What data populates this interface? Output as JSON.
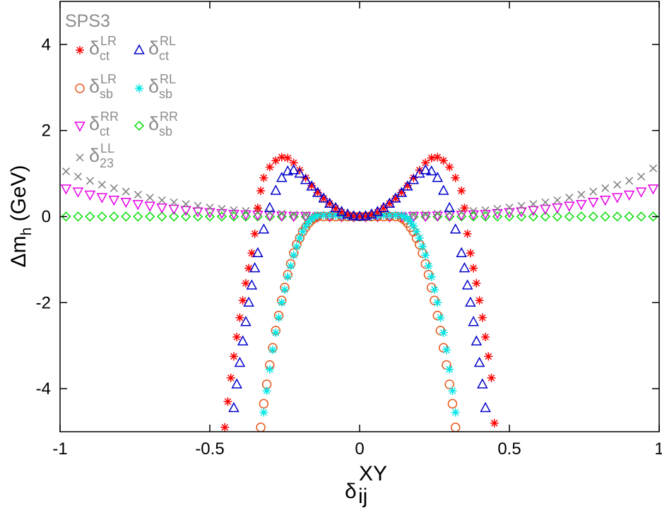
{
  "chart_data": {
    "type": "scatter",
    "annotation": "SPS3",
    "xlabel": {
      "main": "δ",
      "sup": "XY",
      "sub": "ij"
    },
    "ylabel": {
      "main": "Δm",
      "sub": "h",
      "suffix": " (GeV)"
    },
    "xlim": [
      -1,
      1
    ],
    "ylim": [
      -5,
      5
    ],
    "xticks": [
      {
        "value": -1,
        "label": "-1"
      },
      {
        "value": -0.5,
        "label": "-0.5"
      },
      {
        "value": 0,
        "label": "0"
      },
      {
        "value": 0.5,
        "label": "0.5"
      },
      {
        "value": 1,
        "label": "1"
      }
    ],
    "yticks": [
      {
        "value": -4,
        "label": "-4"
      },
      {
        "value": -2,
        "label": "-2"
      },
      {
        "value": 0,
        "label": "0"
      },
      {
        "value": 2,
        "label": "2"
      },
      {
        "value": 4,
        "label": "4"
      }
    ],
    "grid": false,
    "legend_position": "top-left",
    "series": [
      {
        "name": "δctLR",
        "legend": {
          "base": "δ",
          "sup": "LR",
          "sub": "ct"
        },
        "marker": "asterisk",
        "color": "#ff0000",
        "x": [
          -0.45,
          -0.44,
          -0.43,
          -0.42,
          -0.41,
          -0.4,
          -0.39,
          -0.38,
          -0.37,
          -0.36,
          -0.35,
          -0.34,
          -0.33,
          -0.32,
          -0.3,
          -0.28,
          -0.26,
          -0.24,
          -0.22,
          -0.2,
          -0.18,
          -0.16,
          -0.14,
          -0.12,
          -0.1,
          -0.08,
          -0.06,
          -0.04,
          -0.02,
          0.0,
          0.02,
          0.04,
          0.06,
          0.08,
          0.1,
          0.12,
          0.14,
          0.16,
          0.18,
          0.2,
          0.22,
          0.24,
          0.26,
          0.28,
          0.3,
          0.32,
          0.34,
          0.35,
          0.36,
          0.37,
          0.38,
          0.39,
          0.4,
          0.41,
          0.42,
          0.43,
          0.44,
          0.45
        ],
        "y": [
          -4.9,
          -4.3,
          -3.75,
          -3.25,
          -2.8,
          -2.35,
          -1.95,
          -1.55,
          -1.2,
          -0.85,
          -0.4,
          0.2,
          0.6,
          0.9,
          1.15,
          1.3,
          1.38,
          1.36,
          1.25,
          1.08,
          0.9,
          0.72,
          0.56,
          0.42,
          0.3,
          0.19,
          0.1,
          0.04,
          0.01,
          0.0,
          0.01,
          0.04,
          0.1,
          0.19,
          0.3,
          0.42,
          0.56,
          0.72,
          0.9,
          1.08,
          1.25,
          1.36,
          1.38,
          1.3,
          1.15,
          0.9,
          0.6,
          0.2,
          -0.4,
          -0.85,
          -1.2,
          -1.55,
          -1.95,
          -2.35,
          -2.8,
          -3.25,
          -3.75,
          -4.8
        ]
      },
      {
        "name": "δctRL",
        "legend": {
          "base": "δ",
          "sup": "RL",
          "sub": "ct"
        },
        "marker": "triangle-up",
        "color": "#0000cc",
        "x": [
          -0.42,
          -0.41,
          -0.4,
          -0.39,
          -0.38,
          -0.37,
          -0.36,
          -0.35,
          -0.34,
          -0.32,
          -0.3,
          -0.28,
          -0.26,
          -0.24,
          -0.22,
          -0.2,
          -0.18,
          -0.16,
          -0.14,
          -0.12,
          -0.1,
          -0.08,
          -0.06,
          -0.04,
          -0.02,
          0.0,
          0.02,
          0.04,
          0.06,
          0.08,
          0.1,
          0.12,
          0.14,
          0.16,
          0.18,
          0.2,
          0.22,
          0.24,
          0.26,
          0.28,
          0.3,
          0.32,
          0.34,
          0.35,
          0.36,
          0.37,
          0.38,
          0.39,
          0.4,
          0.41,
          0.42
        ],
        "y": [
          -4.45,
          -3.9,
          -3.4,
          -2.9,
          -2.45,
          -2.0,
          -1.6,
          -1.2,
          -0.85,
          -0.3,
          0.2,
          0.6,
          0.9,
          1.05,
          1.08,
          1.0,
          0.85,
          0.7,
          0.55,
          0.42,
          0.3,
          0.2,
          0.11,
          0.05,
          0.01,
          0.0,
          0.01,
          0.05,
          0.11,
          0.2,
          0.3,
          0.42,
          0.55,
          0.7,
          0.85,
          1.0,
          1.08,
          1.05,
          0.9,
          0.6,
          0.2,
          -0.3,
          -0.85,
          -1.2,
          -1.6,
          -2.0,
          -2.45,
          -2.9,
          -3.4,
          -3.9,
          -4.45
        ]
      },
      {
        "name": "δsbLR",
        "legend": {
          "base": "δ",
          "sup": "LR",
          "sub": "sb"
        },
        "marker": "circle",
        "color": "#e8561a",
        "x": [
          -0.33,
          -0.32,
          -0.31,
          -0.3,
          -0.29,
          -0.28,
          -0.27,
          -0.26,
          -0.25,
          -0.24,
          -0.23,
          -0.22,
          -0.21,
          -0.2,
          -0.19,
          -0.18,
          -0.17,
          -0.16,
          -0.15,
          -0.14,
          -0.12,
          -0.1,
          -0.08,
          -0.06,
          -0.04,
          -0.02,
          0.0,
          0.02,
          0.04,
          0.06,
          0.08,
          0.1,
          0.12,
          0.14,
          0.15,
          0.16,
          0.17,
          0.18,
          0.19,
          0.2,
          0.21,
          0.22,
          0.23,
          0.24,
          0.25,
          0.26,
          0.27,
          0.28,
          0.29,
          0.3,
          0.31,
          0.32
        ],
        "y": [
          -4.9,
          -4.35,
          -3.9,
          -3.45,
          -3.05,
          -2.65,
          -2.3,
          -1.95,
          -1.65,
          -1.35,
          -1.1,
          -0.85,
          -0.65,
          -0.5,
          -0.35,
          -0.25,
          -0.15,
          -0.08,
          -0.03,
          0.0,
          0.0,
          0.0,
          0.0,
          0.0,
          0.0,
          0.0,
          0.0,
          0.0,
          0.0,
          0.0,
          0.0,
          0.0,
          0.0,
          -0.03,
          -0.08,
          -0.15,
          -0.25,
          -0.35,
          -0.5,
          -0.65,
          -0.85,
          -1.1,
          -1.35,
          -1.65,
          -1.95,
          -2.3,
          -2.65,
          -3.05,
          -3.45,
          -3.9,
          -4.35,
          -4.9
        ]
      },
      {
        "name": "δsbRL",
        "legend": {
          "base": "δ",
          "sup": "RL",
          "sub": "sb"
        },
        "marker": "asterisk",
        "color": "#00e6e6",
        "x": [
          -0.32,
          -0.31,
          -0.3,
          -0.29,
          -0.28,
          -0.27,
          -0.26,
          -0.25,
          -0.24,
          -0.23,
          -0.22,
          -0.21,
          -0.2,
          -0.19,
          -0.18,
          -0.17,
          -0.16,
          -0.15,
          -0.14,
          -0.12,
          -0.1,
          -0.08,
          -0.06,
          -0.04,
          -0.02,
          0.0,
          0.02,
          0.04,
          0.06,
          0.08,
          0.1,
          0.12,
          0.14,
          0.15,
          0.16,
          0.17,
          0.18,
          0.19,
          0.2,
          0.21,
          0.22,
          0.23,
          0.24,
          0.25,
          0.26,
          0.27,
          0.28,
          0.29,
          0.3,
          0.31,
          0.32
        ],
        "y": [
          -4.55,
          -4.05,
          -3.55,
          -3.1,
          -2.7,
          -2.35,
          -2.0,
          -1.7,
          -1.4,
          -1.15,
          -0.9,
          -0.7,
          -0.5,
          -0.35,
          -0.22,
          -0.12,
          -0.05,
          0.0,
          0.02,
          0.03,
          0.03,
          0.03,
          0.02,
          0.01,
          0.0,
          0.0,
          0.0,
          0.01,
          0.02,
          0.03,
          0.03,
          0.03,
          0.02,
          0.0,
          -0.05,
          -0.12,
          -0.22,
          -0.35,
          -0.5,
          -0.7,
          -0.9,
          -1.15,
          -1.4,
          -1.7,
          -2.0,
          -2.35,
          -2.7,
          -3.1,
          -3.55,
          -4.05,
          -4.55
        ]
      },
      {
        "name": "δctRR",
        "legend": {
          "base": "δ",
          "sup": "RR",
          "sub": "ct"
        },
        "marker": "triangle-down",
        "color": "#e600e6",
        "x": [
          -0.98,
          -0.94,
          -0.9,
          -0.86,
          -0.82,
          -0.78,
          -0.74,
          -0.7,
          -0.66,
          -0.62,
          -0.58,
          -0.54,
          -0.5,
          -0.46,
          -0.42,
          -0.38,
          -0.34,
          -0.3,
          -0.26,
          -0.22,
          -0.18,
          -0.14,
          -0.1,
          -0.06,
          -0.02,
          0.02,
          0.06,
          0.1,
          0.14,
          0.18,
          0.22,
          0.26,
          0.3,
          0.34,
          0.38,
          0.42,
          0.46,
          0.5,
          0.54,
          0.58,
          0.62,
          0.66,
          0.7,
          0.74,
          0.78,
          0.82,
          0.86,
          0.9,
          0.94,
          0.98
        ],
        "y": [
          0.65,
          0.58,
          0.51,
          0.45,
          0.39,
          0.34,
          0.29,
          0.25,
          0.21,
          0.18,
          0.15,
          0.12,
          0.1,
          0.08,
          0.06,
          0.05,
          0.04,
          0.03,
          0.02,
          0.01,
          0.01,
          0.0,
          0.0,
          0.0,
          0.0,
          0.0,
          0.0,
          0.0,
          0.0,
          0.01,
          0.01,
          0.02,
          0.03,
          0.04,
          0.05,
          0.06,
          0.08,
          0.1,
          0.12,
          0.15,
          0.18,
          0.21,
          0.25,
          0.29,
          0.34,
          0.39,
          0.45,
          0.51,
          0.58,
          0.65
        ]
      },
      {
        "name": "δsbRR",
        "legend": {
          "base": "δ",
          "sup": "RR",
          "sub": "sb"
        },
        "marker": "diamond",
        "color": "#00dd00",
        "x": [
          -0.98,
          -0.94,
          -0.9,
          -0.86,
          -0.82,
          -0.78,
          -0.74,
          -0.7,
          -0.66,
          -0.62,
          -0.58,
          -0.54,
          -0.5,
          -0.46,
          -0.42,
          -0.38,
          -0.34,
          -0.3,
          -0.26,
          -0.22,
          -0.18,
          -0.14,
          -0.1,
          -0.06,
          -0.02,
          0.02,
          0.06,
          0.1,
          0.14,
          0.18,
          0.22,
          0.26,
          0.3,
          0.34,
          0.38,
          0.42,
          0.46,
          0.5,
          0.54,
          0.58,
          0.62,
          0.66,
          0.7,
          0.74,
          0.78,
          0.82,
          0.86,
          0.9,
          0.94,
          0.98
        ],
        "y": [
          0,
          0,
          0,
          0,
          0,
          0,
          0,
          0,
          0,
          0,
          0,
          0,
          0,
          0,
          0,
          0,
          0,
          0,
          0,
          0,
          0,
          0,
          0,
          0,
          0,
          0,
          0,
          0,
          0,
          0,
          0,
          0,
          0,
          0,
          0,
          0,
          0,
          0,
          0,
          0,
          0,
          0,
          0,
          0,
          0,
          0,
          0,
          0,
          0,
          0
        ]
      },
      {
        "name": "δ23LL",
        "legend": {
          "base": "δ",
          "sup": "LL",
          "sub": "23"
        },
        "marker": "cross",
        "color": "#808080",
        "x": [
          -0.98,
          -0.94,
          -0.9,
          -0.86,
          -0.82,
          -0.78,
          -0.74,
          -0.7,
          -0.66,
          -0.62,
          -0.58,
          -0.54,
          -0.5,
          -0.46,
          -0.42,
          -0.38,
          -0.34,
          -0.3,
          -0.26,
          -0.22,
          -0.18,
          -0.14,
          -0.1,
          -0.06,
          -0.02,
          0.02,
          0.06,
          0.1,
          0.14,
          0.18,
          0.22,
          0.26,
          0.3,
          0.34,
          0.38,
          0.42,
          0.46,
          0.5,
          0.54,
          0.58,
          0.62,
          0.66,
          0.7,
          0.74,
          0.78,
          0.82,
          0.86,
          0.9,
          0.94,
          0.98
        ],
        "y": [
          1.05,
          0.93,
          0.83,
          0.74,
          0.66,
          0.58,
          0.51,
          0.44,
          0.38,
          0.33,
          0.29,
          0.25,
          0.21,
          0.18,
          0.15,
          0.13,
          0.11,
          0.09,
          0.07,
          0.05,
          0.04,
          0.03,
          0.02,
          0.01,
          0.0,
          0.0,
          0.01,
          0.02,
          0.03,
          0.04,
          0.05,
          0.07,
          0.09,
          0.11,
          0.13,
          0.15,
          0.18,
          0.21,
          0.25,
          0.29,
          0.33,
          0.38,
          0.44,
          0.51,
          0.58,
          0.66,
          0.74,
          0.83,
          0.93,
          1.12
        ]
      }
    ]
  }
}
